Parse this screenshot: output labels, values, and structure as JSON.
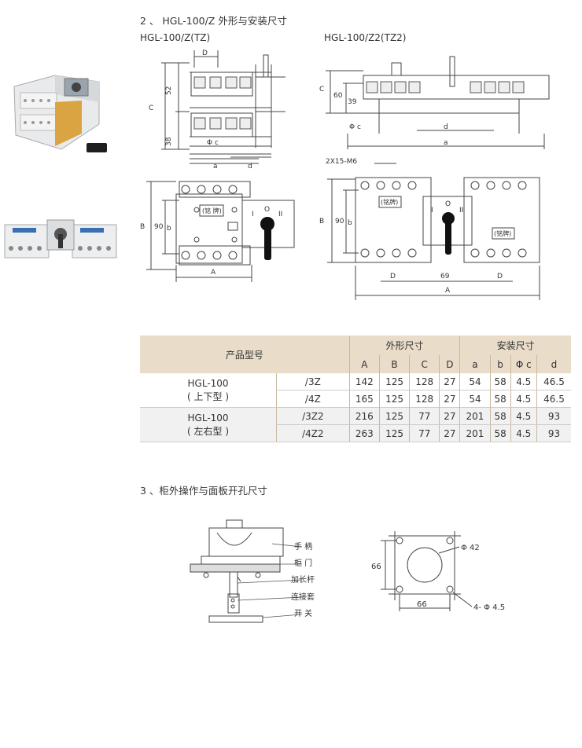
{
  "section2": {
    "title": "2 、 HGL-100/Z 外形与安装尺寸",
    "left_model": "HGL-100/Z(TZ)",
    "right_model": "HGL-100/Z2(TZ2)"
  },
  "drawing_labels": {
    "D": "D",
    "C": "C",
    "a": "a",
    "d": "d",
    "phic": "Φ c",
    "B": "B",
    "b": "b",
    "A": "A",
    "n52": "52",
    "n38": "38",
    "n90": "90",
    "n60": "60",
    "n39": "39",
    "n69": "69",
    "m6": "2X15-M6",
    "nameplate": "(铭 牌)",
    "nameplate2": "(铭牌)",
    "pos1": "I",
    "pos0": "O",
    "pos2": "II"
  },
  "table": {
    "header_model": "产品型号",
    "header_outline": "外形尺寸",
    "header_install": "安装尺寸",
    "cols": [
      "A",
      "B",
      "C",
      "D",
      "a",
      "b",
      "Φ c",
      "d"
    ],
    "groups": [
      {
        "name": "HGL-100",
        "sub": "( 上下型 )",
        "rows": [
          {
            "variant": "/3Z",
            "values": [
              "142",
              "125",
              "128",
              "27",
              "54",
              "58",
              "4.5",
              "46.5"
            ]
          },
          {
            "variant": "/4Z",
            "values": [
              "165",
              "125",
              "128",
              "27",
              "54",
              "58",
              "4.5",
              "46.5"
            ]
          }
        ]
      },
      {
        "name": "HGL-100",
        "sub": "( 左右型 )",
        "rows": [
          {
            "variant": "/3Z2",
            "values": [
              "216",
              "125",
              "77",
              "27",
              "201",
              "58",
              "4.5",
              "93"
            ]
          },
          {
            "variant": "/4Z2",
            "values": [
              "263",
              "125",
              "77",
              "27",
              "201",
              "58",
              "4.5",
              "93"
            ]
          }
        ]
      }
    ]
  },
  "section3": {
    "title": "3 、柜外操作与面板开孔尺寸",
    "labels": [
      "手 柄",
      "柜 门",
      "加长杆",
      "连接套",
      "开 关"
    ],
    "phi42": "Φ 42",
    "dim66v": "66",
    "dim66h": "66",
    "holes": "4- Φ 4.5"
  }
}
